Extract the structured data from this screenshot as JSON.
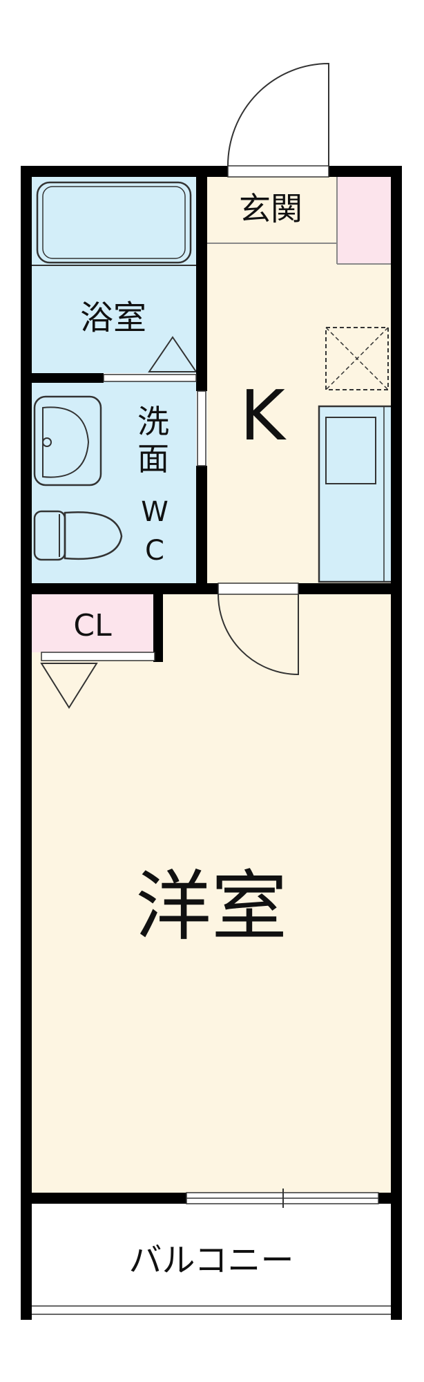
{
  "rooms": {
    "entrance": "玄関",
    "bath": "浴室",
    "kitchen": "K",
    "washroom_line1": "洗",
    "washroom_line2": "面",
    "toilet_line1": "W",
    "toilet_line2": "C",
    "closet": "CL",
    "western_room": "洋室",
    "balcony": "バルコニー"
  },
  "colors": {
    "wall": "#000000",
    "wet_area": "#d3eef9",
    "living_area": "#fdf5e2",
    "accent_pink": "#fce4ec",
    "fixture_line": "#333333"
  }
}
